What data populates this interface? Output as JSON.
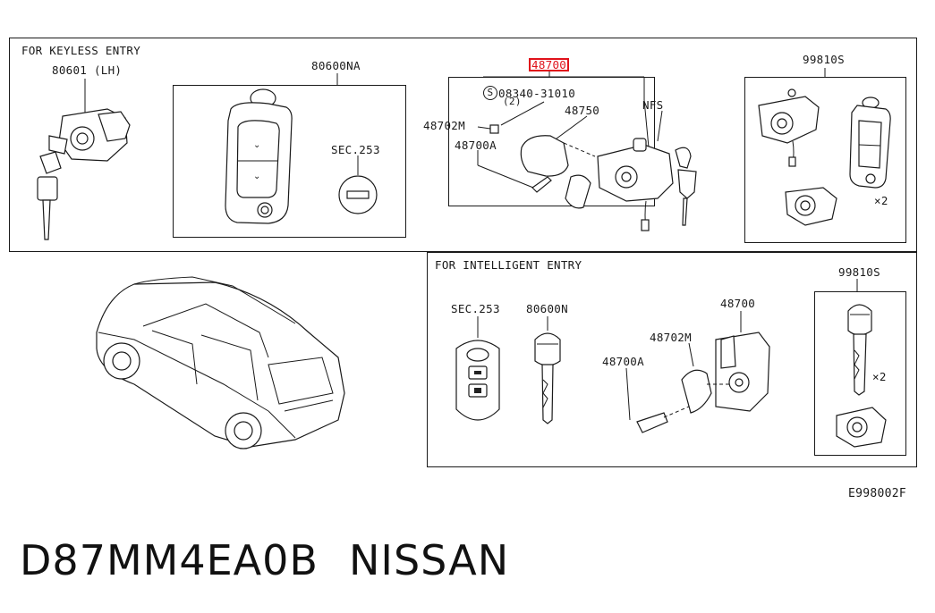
{
  "sections": {
    "keyless": {
      "title": "FOR KEYLESS ENTRY"
    },
    "intelligent": {
      "title": "FOR INTELLIGENT ENTRY"
    }
  },
  "labels": {
    "p80601": "80601 (LH)",
    "p80600na": "80600NA",
    "sec253_a": "SEC.253",
    "p48700_hl": "48700",
    "s08340": "08340-31010",
    "s08340_qty": "(2)",
    "p48702m_a": "48702M",
    "p48750": "48750",
    "nfs": "NFS",
    "p48700a_a": "48700A",
    "p99810s_a": "99810S",
    "x2_a": "×2",
    "sec253_b": "SEC.253",
    "p80600n": "80600N",
    "p48700": "48700",
    "p48702m_b": "48702M",
    "p48700a_b": "48700A",
    "p99810s_b": "99810S",
    "x2_b": "×2",
    "s_symbol": "S",
    "ref_code": "E998002F"
  },
  "footer": {
    "code": "D87MM4EA0B",
    "brand": "NISSAN"
  },
  "colors": {
    "highlight": "#e0121b",
    "line": "#1a1a1a"
  }
}
